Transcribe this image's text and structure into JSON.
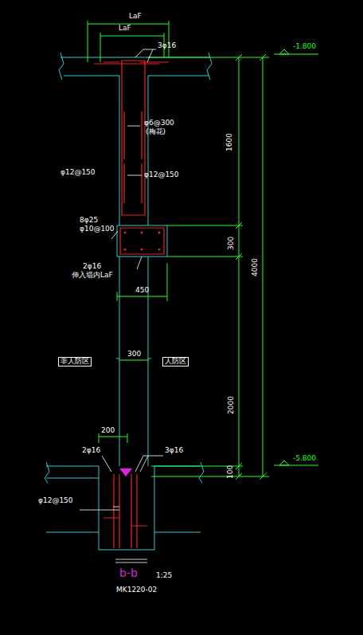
{
  "diagram": {
    "title": "b-b",
    "caption": "MK1220-02",
    "labels": [
      "LaF",
      "LaF",
      "-1.800",
      "3φ16",
      "φ6@300",
      "(梅花)",
      "1600",
      "φ12@150",
      "φ12@150",
      "8φ25",
      "φ10@100",
      "300",
      "4000",
      "2φ16",
      "伸入墙内LaF",
      "450",
      "300",
      "2000",
      "非人防区",
      "人防区",
      "200",
      "2φ16",
      "3φ16",
      "100",
      "-5.800",
      "φ12@150",
      "1:25"
    ]
  }
}
